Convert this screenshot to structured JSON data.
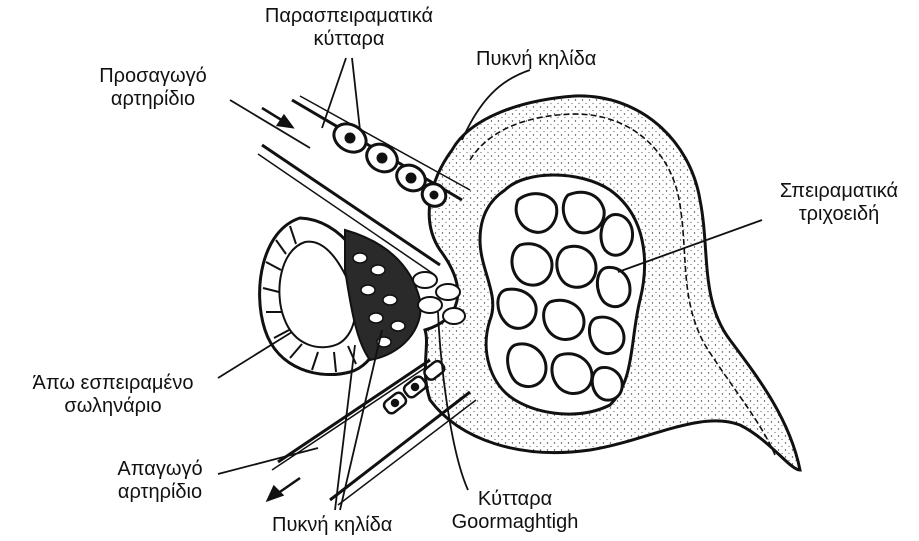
{
  "labels": {
    "parasp_1": "Παρασπειραματικά",
    "parasp_2": "κύτταρα",
    "prosagogo_1": "Προσαγωγό",
    "prosagogo_2": "αρτηρίδιο",
    "pykni_top": "Πυκνή κηλίδα",
    "speiram_1": "Σπειραματικά",
    "speiram_2": "τριχοειδή",
    "apo_1": "Άπω εσπειραμένο",
    "apo_2": "σωληνάριο",
    "apagogo_1": "Απαγωγό",
    "apagogo_2": "αρτηρίδιο",
    "pykni_bottom": "Πυκνή κηλίδα",
    "goor_1": "Κύτταρα",
    "goor_2": "Goormaghtigh"
  },
  "colors": {
    "ink": "#111111",
    "tissue": "#f4f4f4"
  }
}
